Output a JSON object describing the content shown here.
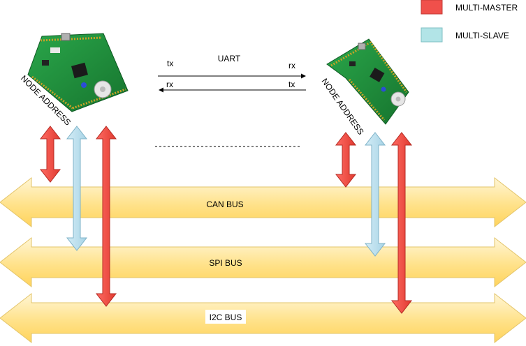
{
  "legend": {
    "items": [
      {
        "label": "MULTI-MASTER",
        "color": "#f0504b"
      },
      {
        "label": "MULTI-SLAVE",
        "color": "#b2e4e7"
      }
    ]
  },
  "uart": {
    "title": "UART",
    "top_left": "tx",
    "top_right": "rx",
    "bottom_left": "rx",
    "bottom_right": "tx"
  },
  "nodes": [
    {
      "address_label": "NODE ADDRESS"
    },
    {
      "address_label": "NODE ADDRESS"
    }
  ],
  "buses": [
    {
      "label": "CAN BUS"
    },
    {
      "label": "SPI BUS"
    },
    {
      "label": "I2C BUS"
    }
  ],
  "colors": {
    "bus_fill": "#ffd966",
    "bus_light": "#fff2cc",
    "bus_stroke": "#d6b656",
    "master": "#ea4b41",
    "slave": "#b5dcea",
    "board": "#1e8b3a"
  }
}
